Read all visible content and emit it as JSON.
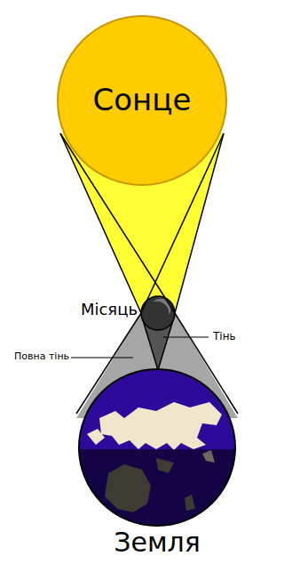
{
  "diagram": {
    "nodes": [
      {
        "text": [
          "Сонце"
        ]
      },
      {
        "text": [
          "Місяць"
        ]
      },
      {
        "text": [
          "Земля"
        ]
      }
    ],
    "labels": [
      "Тінь",
      "Повна тінь"
    ]
  }
}
